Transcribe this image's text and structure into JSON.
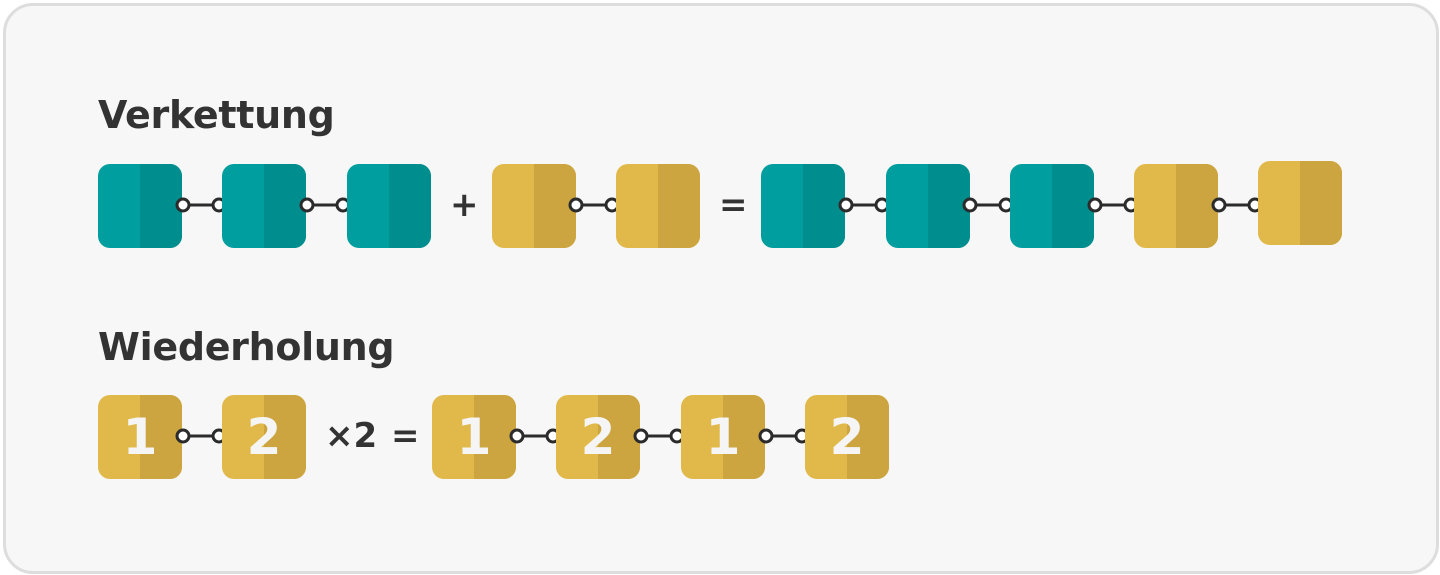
{
  "sections": [
    {
      "title": "Verkettung",
      "operators": [
        "+",
        "="
      ],
      "sequences": [
        [
          "teal",
          "teal",
          "teal"
        ],
        [
          "gold",
          "gold"
        ],
        [
          "teal",
          "teal",
          "teal",
          "gold",
          "gold"
        ]
      ]
    },
    {
      "title": "Wiederholung",
      "operators": [
        "×2",
        "="
      ],
      "sequences": [
        [
          {
            "color": "gold",
            "label": "1"
          },
          {
            "color": "gold",
            "label": "2"
          }
        ],
        [
          {
            "color": "gold",
            "label": "1"
          },
          {
            "color": "gold",
            "label": "2"
          },
          {
            "color": "gold",
            "label": "1"
          },
          {
            "color": "gold",
            "label": "2"
          }
        ]
      ]
    }
  ],
  "colors": {
    "teal": "#009e9e",
    "teal_shade": "#008d8d",
    "gold": "#e1b94a",
    "gold_shade": "#cca440",
    "connector": "#2b2b2b"
  }
}
